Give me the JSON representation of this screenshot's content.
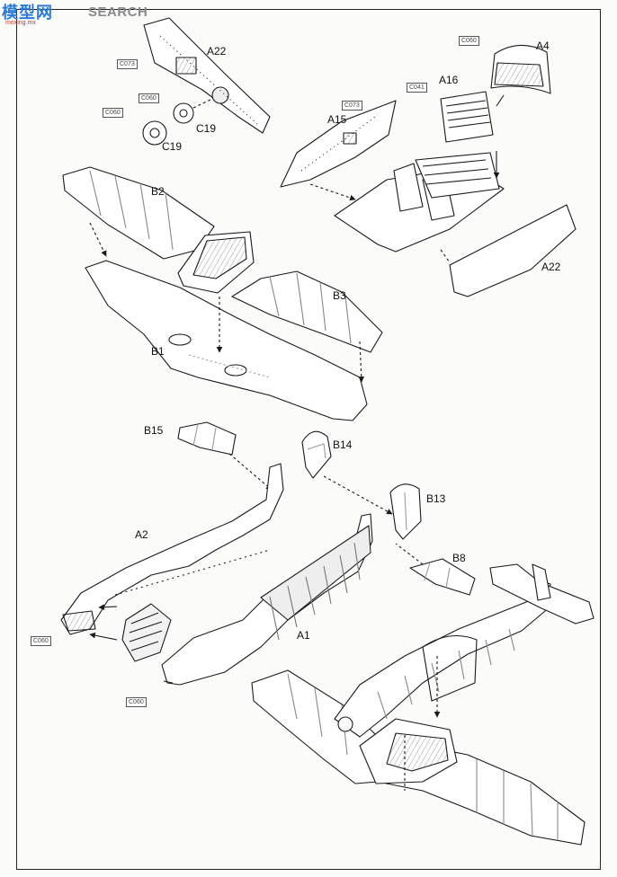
{
  "watermark": {
    "cn": "模型网",
    "en": "SEARCH",
    "url": "moxing.mx"
  },
  "labels": {
    "a22_top": "A22",
    "c19_a": "C19",
    "c19_b": "C19",
    "a4": "A4",
    "a16": "A16",
    "a15": "A15",
    "b2": "B2",
    "b3": "B3",
    "b1": "B1",
    "a22_bottom": "A22",
    "b15": "B15",
    "b14": "B14",
    "b13": "B13",
    "a2": "A2",
    "b8": "B8",
    "a1": "A1"
  },
  "refs": {
    "c073_a": "C073",
    "c060_a": "C060",
    "c060_b": "C060",
    "c060_c": "C060",
    "c041": "C041",
    "c073_b": "C073",
    "c060_d": "C060",
    "c060_e": "C060"
  },
  "colors": {
    "line": "#1a1a1a",
    "shade": "#d9d9d9",
    "paper": "#fbfbfa"
  },
  "icons": {
    "watermark": "site-logo-icon"
  }
}
